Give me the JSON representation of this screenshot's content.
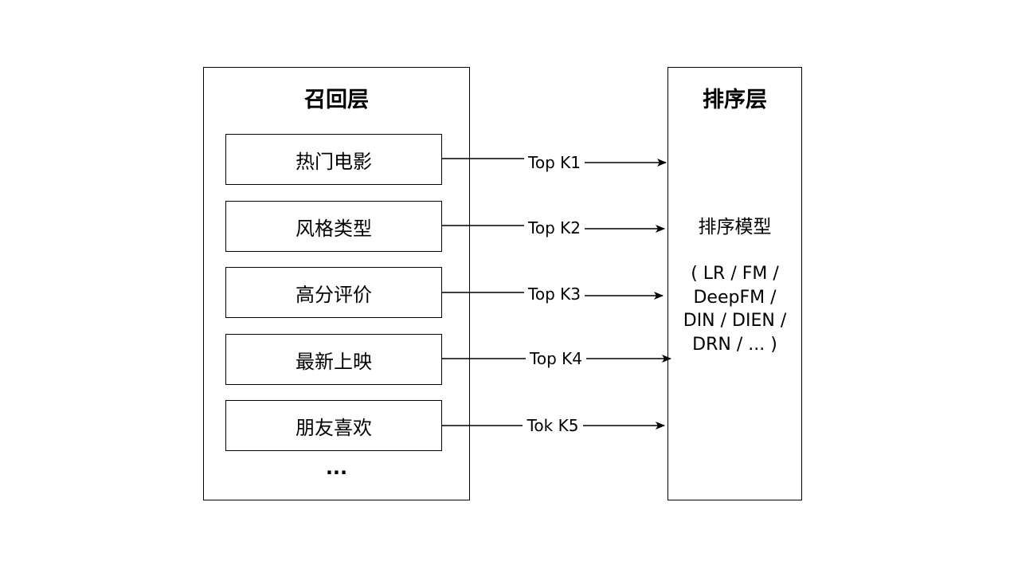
{
  "recall_layer": {
    "title": "召回层",
    "items": [
      "热门电影",
      "风格类型",
      "高分评价",
      "最新上映",
      "朋友喜欢"
    ],
    "ellipsis": "..."
  },
  "ranking_layer": {
    "title": "排序层",
    "model_label": "排序模型",
    "model_list_lines": [
      "( LR / FM /",
      "DeepFM /",
      "DIN / DIEN /",
      "DRN / ... )"
    ]
  },
  "edges": [
    {
      "label": "Top K1"
    },
    {
      "label": "Top K2"
    },
    {
      "label": "Top K3"
    },
    {
      "label": "Top K4"
    },
    {
      "label": "Tok K5"
    }
  ]
}
